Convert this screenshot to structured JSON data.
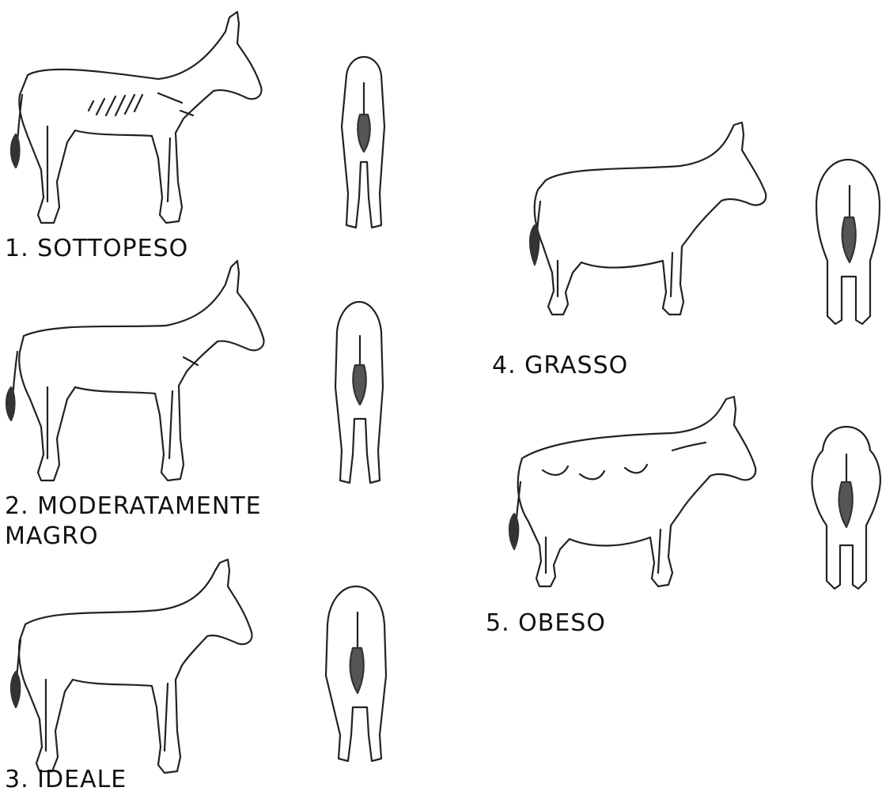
{
  "stages": [
    {
      "label": "1. SOTTOPESO"
    },
    {
      "label_line1": "2. MODERATAMENTE",
      "label_line2": "MAGRO"
    },
    {
      "label": "3. IDEALE"
    },
    {
      "label": "4. GRASSO"
    },
    {
      "label": "5. OBESO"
    }
  ],
  "colors": {
    "line": "#222222",
    "tail": "#333333",
    "background": "#ffffff"
  }
}
